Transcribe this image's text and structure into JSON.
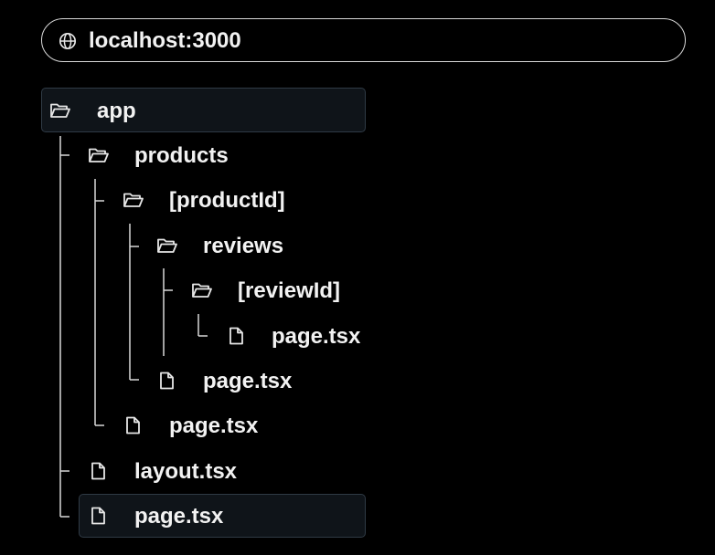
{
  "address_bar": {
    "url": "localhost:3000",
    "icon": "globe-icon"
  },
  "tree": [
    {
      "name": "app",
      "type": "folder",
      "depth": 0,
      "highlighted": true
    },
    {
      "name": "products",
      "type": "folder",
      "depth": 1
    },
    {
      "name": "[productId]",
      "type": "folder",
      "depth": 2
    },
    {
      "name": "reviews",
      "type": "folder",
      "depth": 3
    },
    {
      "name": "[reviewId]",
      "type": "folder",
      "depth": 4
    },
    {
      "name": "page.tsx",
      "type": "file",
      "depth": 5
    },
    {
      "name": "page.tsx",
      "type": "file",
      "depth": 3
    },
    {
      "name": "page.tsx",
      "type": "file",
      "depth": 2
    },
    {
      "name": "layout.tsx",
      "type": "file",
      "depth": 1
    },
    {
      "name": "page.tsx",
      "type": "file",
      "depth": 1,
      "highlighted": true
    }
  ],
  "colors": {
    "background": "#000000",
    "text": "#f2f2f2",
    "highlight_border": "#2f3a45",
    "highlight_fill": "#0f1419"
  }
}
